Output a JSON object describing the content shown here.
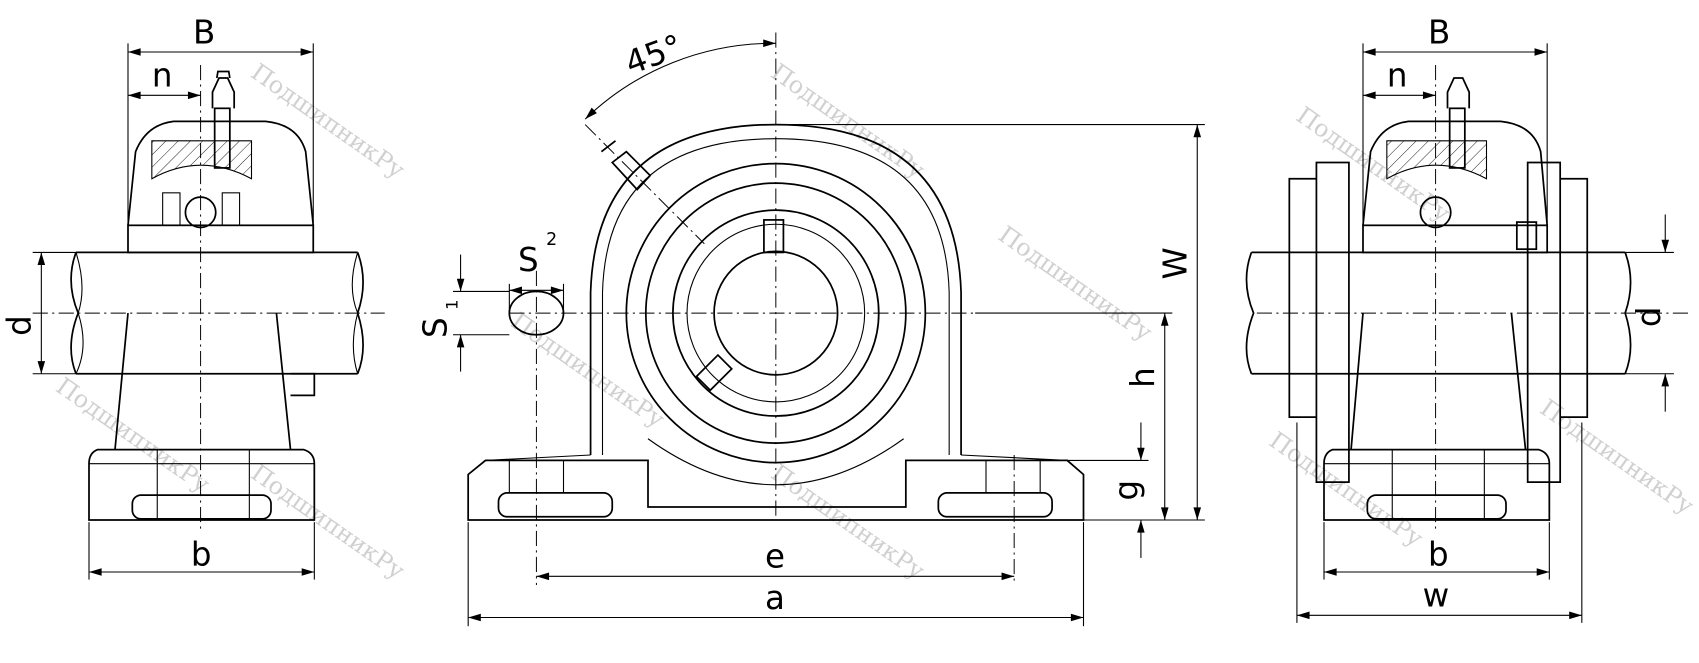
{
  "watermark": "ПодшипникРу",
  "left_view": {
    "B": "B",
    "n": "n",
    "d": "d",
    "b": "b"
  },
  "front_view": {
    "angle": "45°",
    "S2": "S",
    "S2_sup": "2",
    "S1": "S",
    "S1_sub": "1",
    "W": "W",
    "h": "h",
    "g": "g",
    "e": "e",
    "a": "a"
  },
  "right_view": {
    "B": "B",
    "n": "n",
    "d": "d",
    "b": "b",
    "w": "w"
  }
}
